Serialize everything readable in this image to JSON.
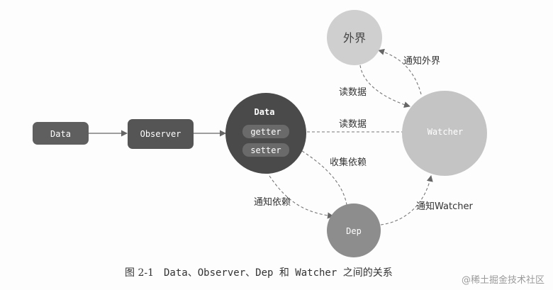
{
  "nodes": {
    "data_box": "Data",
    "observer": "Observer",
    "data_circle": {
      "title": "Data",
      "getter": "getter",
      "setter": "setter"
    },
    "outside": "外界",
    "watcher": "Watcher",
    "dep": "Dep"
  },
  "edges": {
    "notify_outside": "通知外界",
    "read_data_outside": "读数据",
    "read_data_watcher": "读数据",
    "collect_deps": "收集依赖",
    "notify_deps": "通知依赖",
    "notify_watcher": "通知Watcher"
  },
  "caption": {
    "figure": "图 2-1",
    "title": "Data、Observer、Dep 和 Watcher 之间的关系"
  },
  "watermark": "@稀土掘金技术社区",
  "colors": {
    "data_box": "#5f5f5f",
    "observer": "#555555",
    "data_circle": "#4a4a4a",
    "outside": "#cfcfcf",
    "watcher": "#c4c4c4",
    "dep": "#8d8d8d",
    "arrow": "#666666"
  }
}
